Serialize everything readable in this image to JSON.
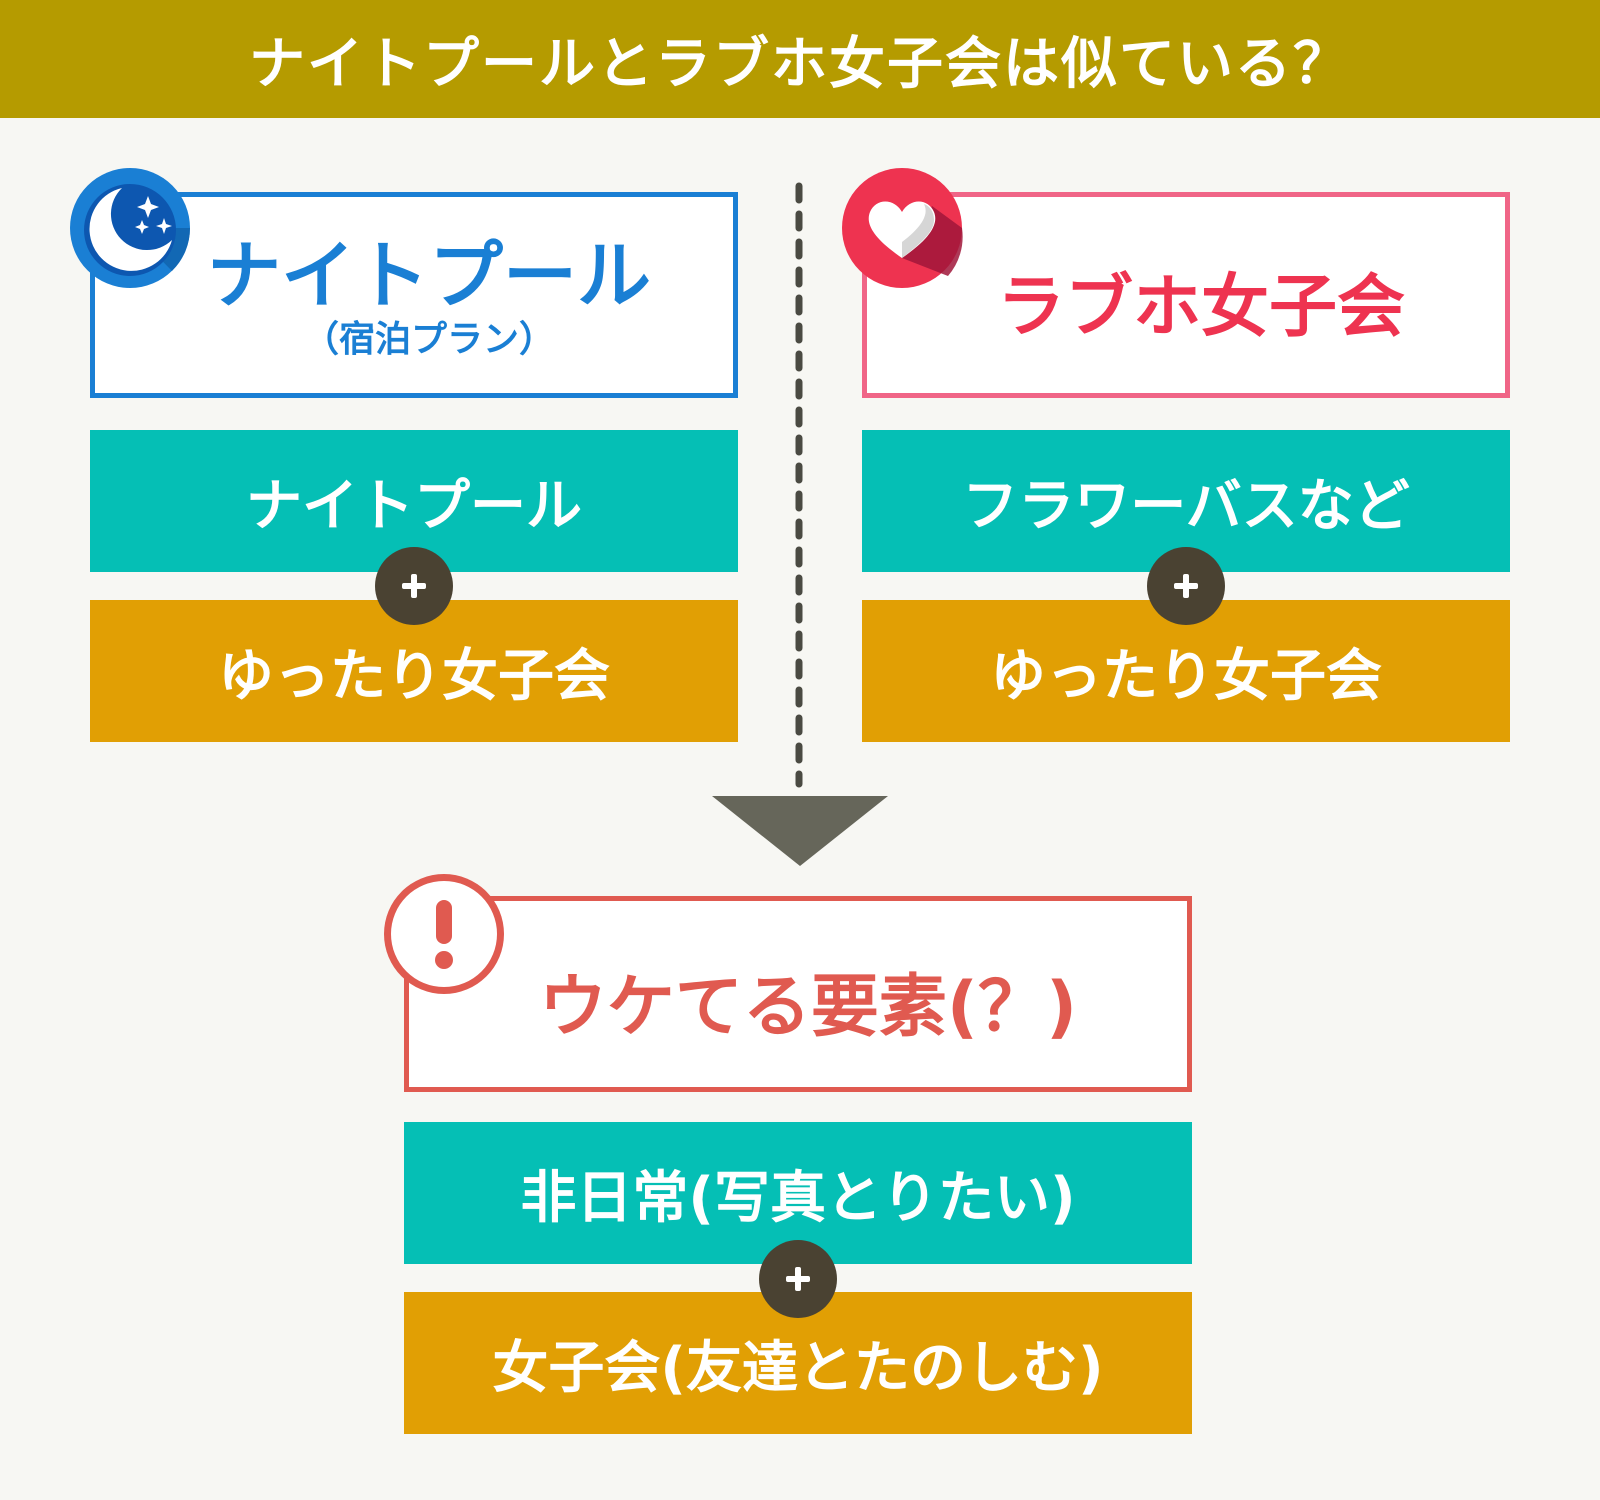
{
  "header": {
    "title": "ナイトプールとラブホ女子会は似ている？"
  },
  "left": {
    "title": "ナイトプール",
    "subtitle": "（宿泊プラン）",
    "items": [
      "ナイトプール",
      "ゆったり女子会"
    ],
    "icon": "moon-stars-icon",
    "color": "#1a7fd4"
  },
  "right": {
    "title": "ラブホ女子会",
    "items": [
      "フラワーバスなど",
      "ゆったり女子会"
    ],
    "icon": "heart-icon",
    "color": "#ee3350"
  },
  "result": {
    "title": "ウケてる要素(？)",
    "items": [
      "非日常(写真とりたい)",
      "女子会(友達とたのしむ)"
    ],
    "icon": "exclamation-icon",
    "color": "#e05a50"
  },
  "connector": {
    "symbol": "+"
  },
  "colors": {
    "header": "#b59b00",
    "teal": "#05bfb5",
    "gold": "#e19f04",
    "plus": "#4a4232",
    "arrow": "#66665a",
    "background": "#f7f7f3"
  }
}
